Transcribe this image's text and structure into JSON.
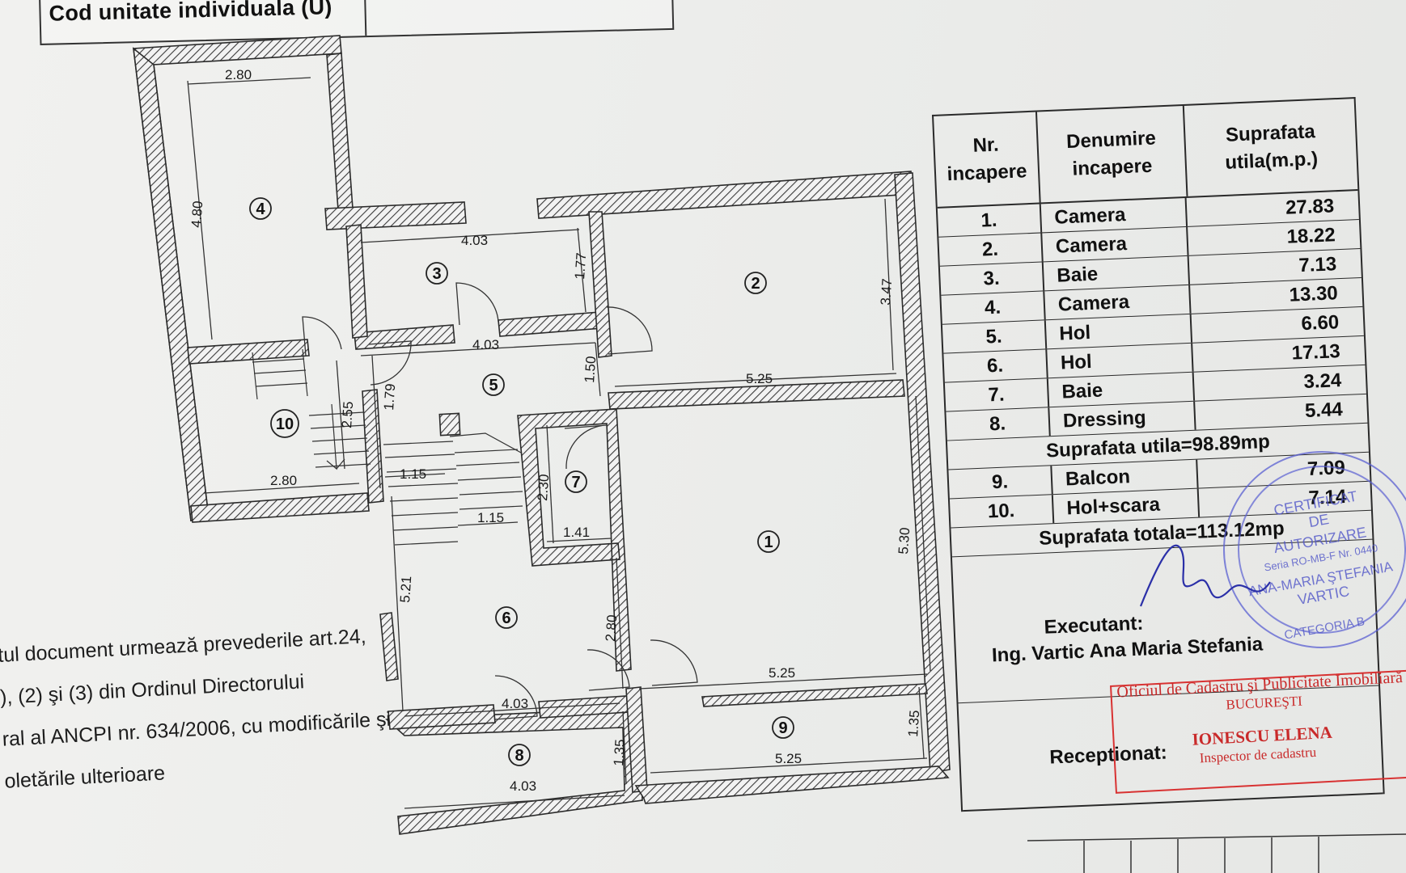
{
  "header": {
    "title": "Cod unitate individuala (U)"
  },
  "plan": {
    "rooms": [
      {
        "label": "1"
      },
      {
        "label": "2"
      },
      {
        "label": "3"
      },
      {
        "label": "4"
      },
      {
        "label": "5"
      },
      {
        "label": "6"
      },
      {
        "label": "7"
      },
      {
        "label": "8"
      },
      {
        "label": "9"
      },
      {
        "label": "10"
      }
    ],
    "dims": {
      "d_280_top": "2.80",
      "d_480": "4.80",
      "d_403_r3": "4.03",
      "d_177": "1.77",
      "d_347": "3.47",
      "d_403_r5": "4.03",
      "d_179": "1.79",
      "d_150": "1.50",
      "d_525_mid": "5.25",
      "d_255": "2.55",
      "d_280_bot": "2.80",
      "d_115_a": "1.15",
      "d_115_b": "1.15",
      "d_230": "2.30",
      "d_141": "1.41",
      "d_530": "5.30",
      "d_521": "5.21",
      "d_280_r6": "2.80",
      "d_525_low": "5.25",
      "d_403_r8": "4.03",
      "d_135_a": "1.35",
      "d_135_b": "1.35",
      "d_525_bal": "5.25",
      "d_403_bot": "4.03"
    }
  },
  "legal": {
    "line1": "tul document urmează prevederile art.24,",
    "line2": "), (2) şi (3) din Ordinul Directorului",
    "line3": "ral al ANCPI nr. 634/2006, cu modificările şi",
    "line4": "oletările ulterioare"
  },
  "table": {
    "col1": "Nr. incapere",
    "col2": "Denumire incapere",
    "col3": "Suprafata utila(m.p.)",
    "rows": [
      {
        "nr": "1.",
        "name": "Camera",
        "area": "27.83"
      },
      {
        "nr": "2.",
        "name": "Camera",
        "area": "18.22"
      },
      {
        "nr": "3.",
        "name": "Baie",
        "area": "7.13"
      },
      {
        "nr": "4.",
        "name": "Camera",
        "area": "13.30"
      },
      {
        "nr": "5.",
        "name": "Hol",
        "area": "6.60"
      },
      {
        "nr": "6.",
        "name": "Hol",
        "area": "17.13"
      },
      {
        "nr": "7.",
        "name": "Baie",
        "area": "3.24"
      },
      {
        "nr": "8.",
        "name": "Dressing",
        "area": "5.44"
      }
    ],
    "suprafata_utila": "Suprafata utila=98.89mp",
    "rows2": [
      {
        "nr": "9.",
        "name": "Balcon",
        "area": "7.09"
      },
      {
        "nr": "10.",
        "name": "Hol+scara",
        "area": "7.14"
      }
    ],
    "suprafata_totala": "Suprafata totala=113.12mp",
    "executant_label": "Executant:",
    "executant_name": "Ing. Vartic Ana Maria Stefania",
    "receptionat_label": "Receptionat:"
  },
  "stamp_red": {
    "line1": "Oficiul de Cadastru şi Publicitate Imobiliară",
    "line2": "BUCUREŞTI",
    "line3": "IONESCU ELENA",
    "line4": "Inspector de cadastru"
  },
  "stamp_blue": {
    "line1": "CERTIFICAT",
    "line2": "DE",
    "line3": "AUTORIZARE",
    "line4": "Seria RO-MB-F Nr. 0440",
    "line5": "ANA-MARIA ŞTEFANIA",
    "line6": "VARTIC",
    "line7": "CATEGORIA B"
  },
  "colors": {
    "wall_hatch": "#3a3a3a",
    "stamp_red": "#d83232",
    "stamp_blue": "#5a5fd2"
  }
}
